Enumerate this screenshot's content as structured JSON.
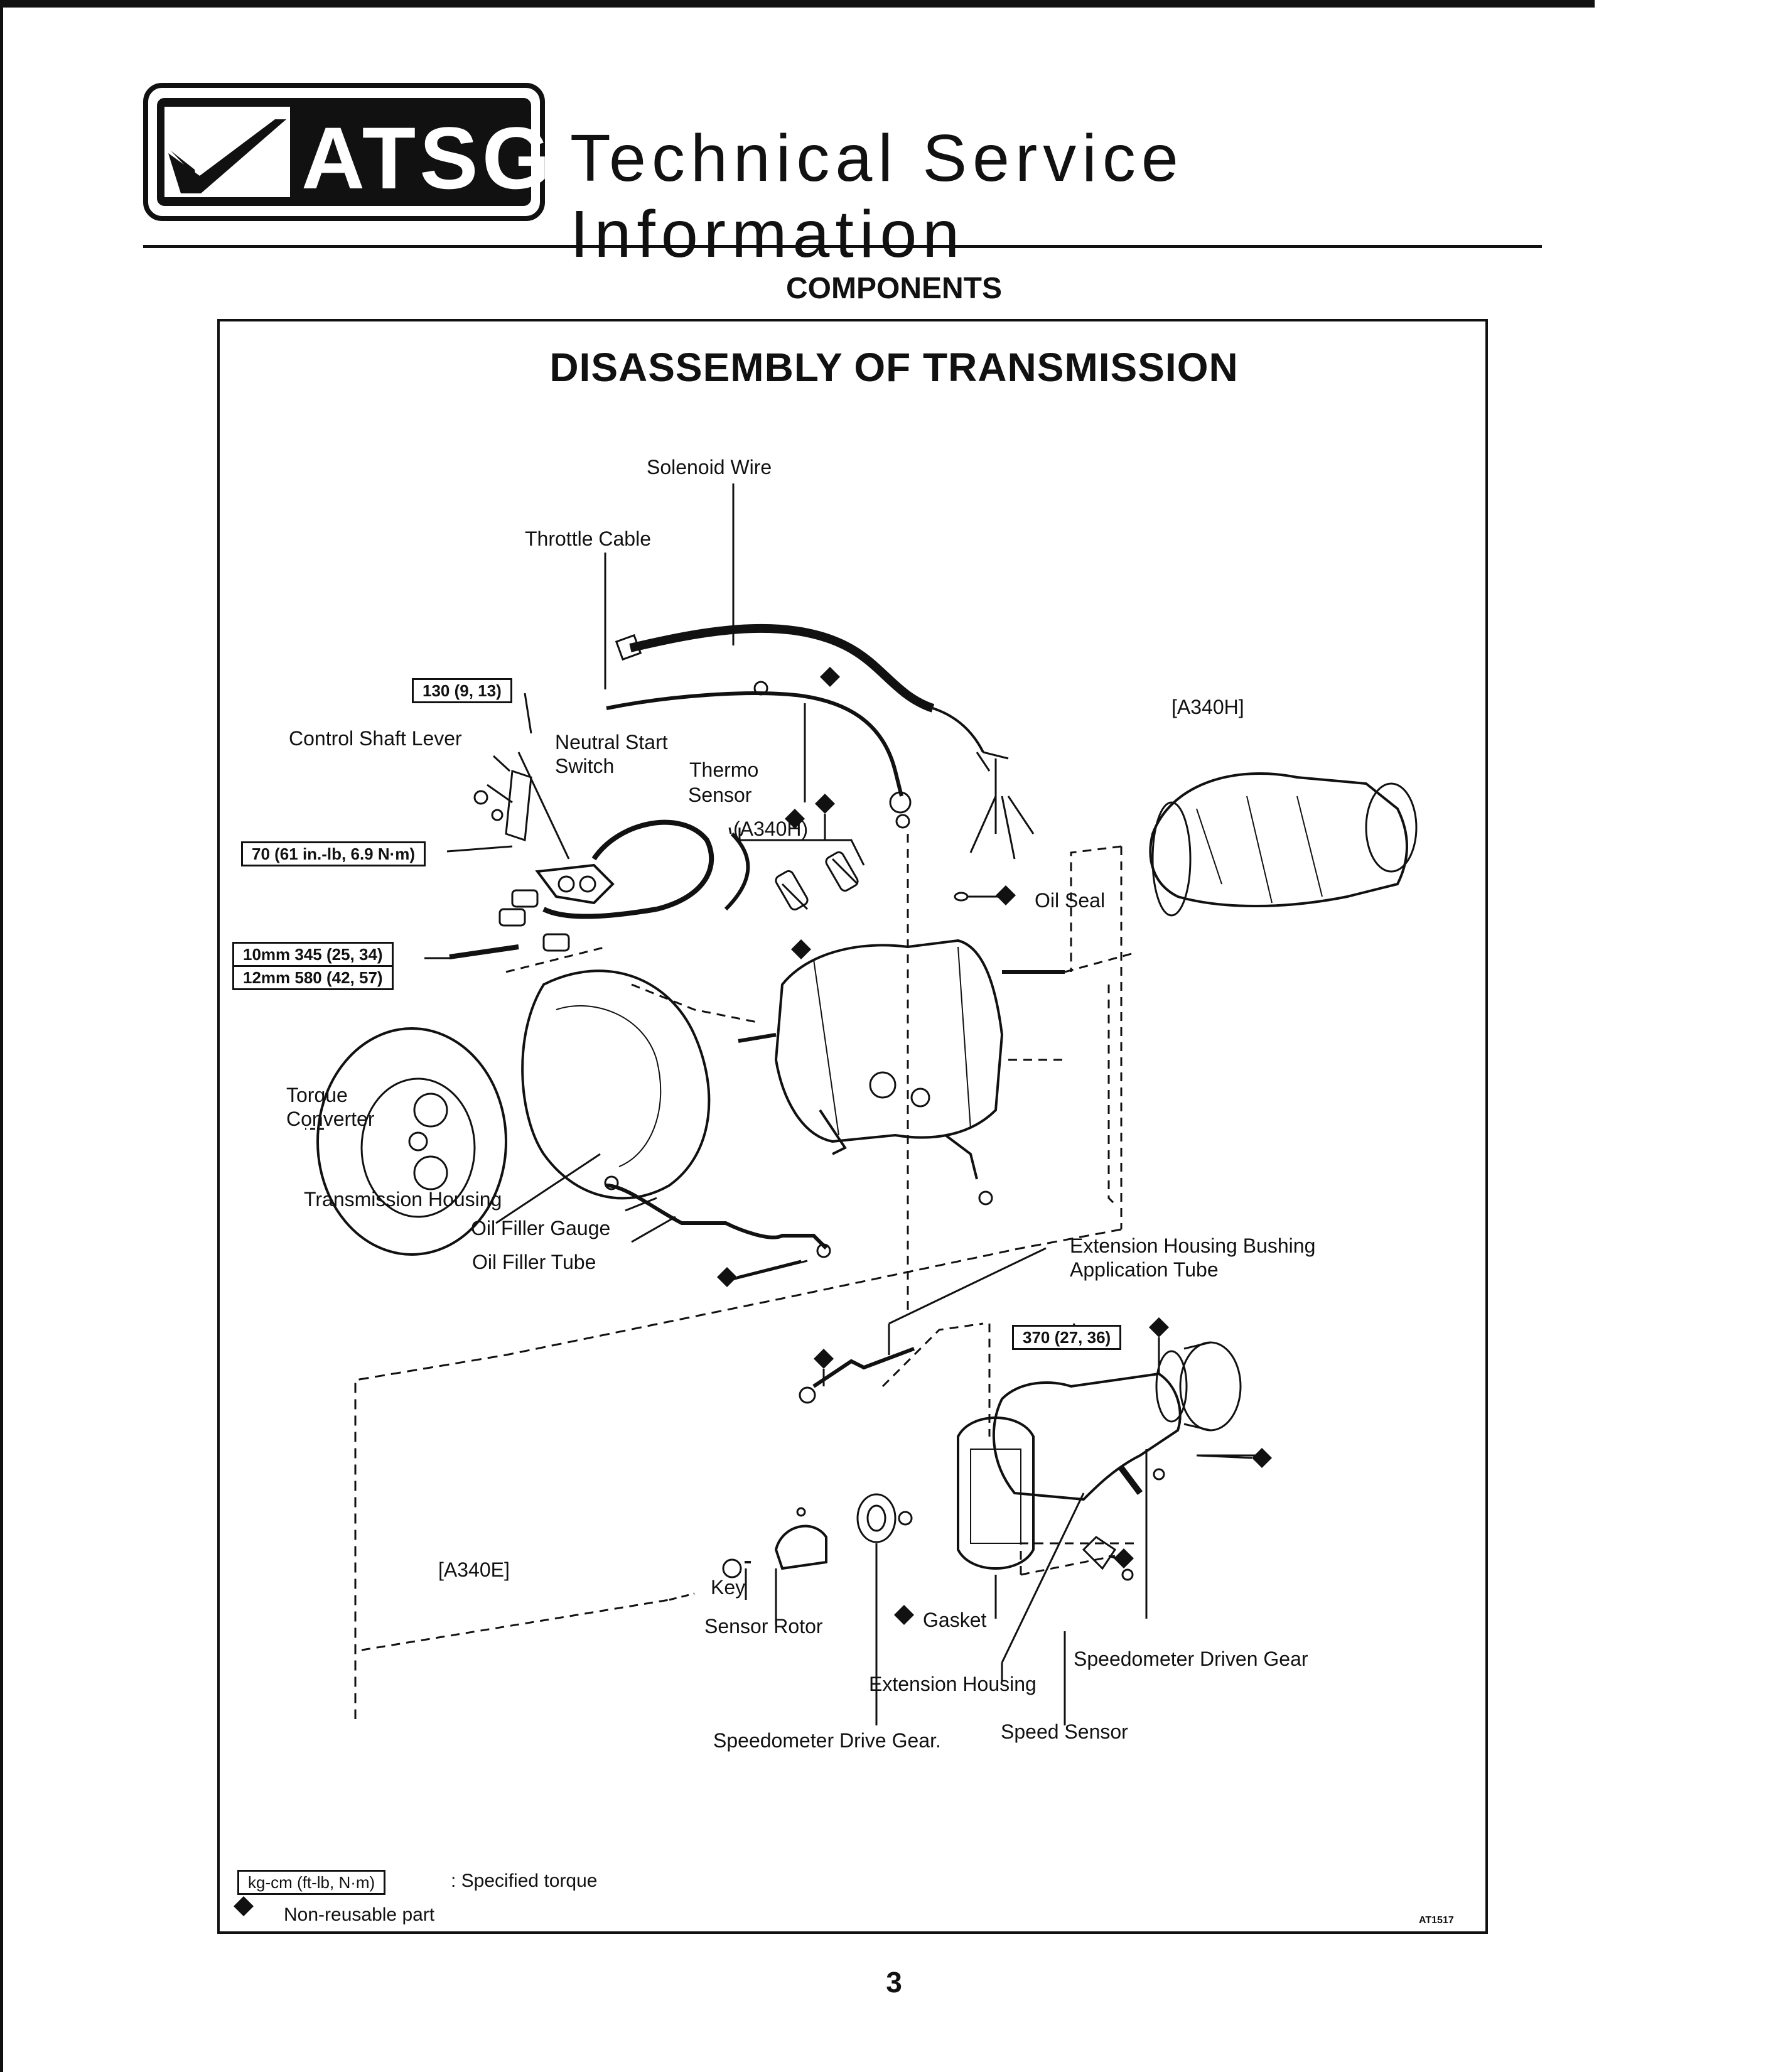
{
  "header": {
    "logo_text": "ATSG",
    "title": "Technical Service Information"
  },
  "section": "COMPONENTS",
  "diagram": {
    "title": "DISASSEMBLY OF TRANSMISSION",
    "labels": {
      "solenoid_wire": "Solenoid Wire",
      "throttle_cable": "Throttle Cable",
      "control_shaft_lever": "Control Shaft Lever",
      "neutral_start_switch_1": "Neutral Start",
      "neutral_start_switch_2": "Switch",
      "thermo_sensor_1": "Thermo",
      "thermo_sensor_2": "Sensor",
      "a340h_small": "(A340H)",
      "a340h": "[A340H]",
      "oil_seal": "Oil Seal",
      "torque_converter_1": "Torque",
      "torque_converter_2": "Converter",
      "transmission_housing": "Transmission Housing",
      "oil_filler_gauge": "Oil Filler Gauge",
      "oil_filler_tube": "Oil Filler Tube",
      "ext_housing_bushing_1": "Extension Housing Bushing",
      "ext_housing_bushing_2": "Application Tube",
      "a340e": "[A340E]",
      "key": "Key",
      "sensor_rotor": "Sensor Rotor",
      "gasket": "Gasket",
      "extension_housing": "Extension Housing",
      "speedometer_driven_gear": "Speedometer Driven Gear",
      "speed_sensor": "Speed Sensor",
      "speedometer_drive_gear": "Speedometer Drive Gear."
    },
    "torques": {
      "t130": "130 (9, 13)",
      "t70": "70 (61 in.-lb, 6.9 N·m)",
      "t10mm": "10mm  345 (25, 34)",
      "t12mm": "12mm  580 (42, 57)",
      "t370": "370 (27, 36)"
    },
    "legend": {
      "torque_box": "kg-cm (ft-lb, N·m)",
      "torque_text": ": Specified torque",
      "nonreusable_text": "Non-reusable part"
    },
    "figure_code": "AT1517"
  },
  "page_number": "3"
}
